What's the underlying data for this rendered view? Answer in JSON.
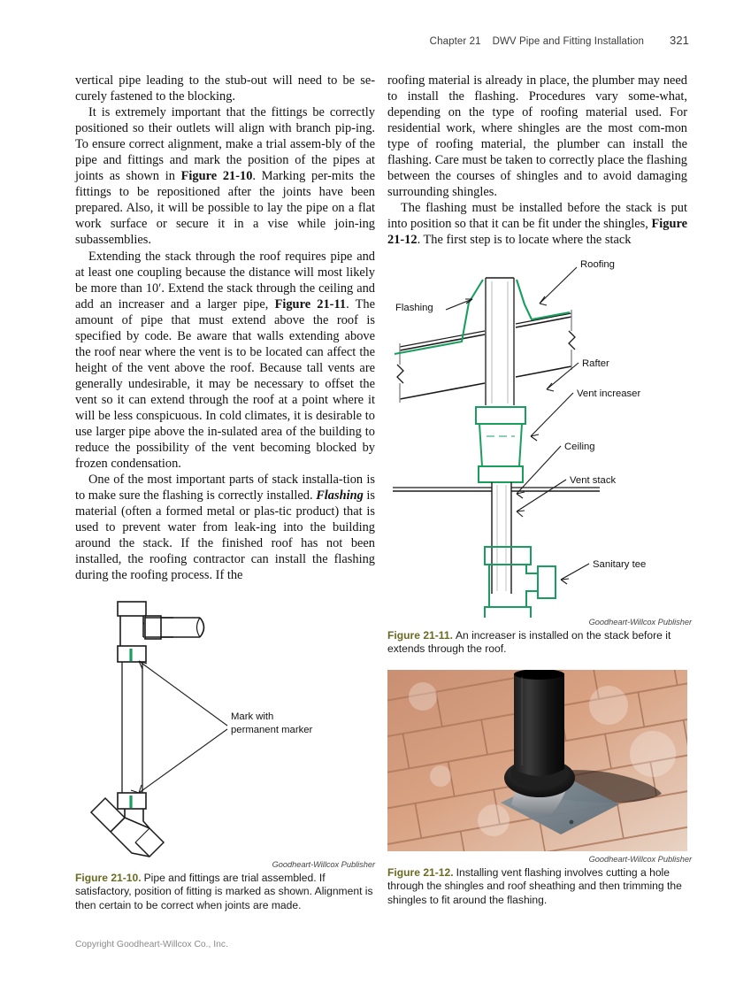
{
  "runhead": {
    "chapter": "Chapter 21",
    "title": "DWV Pipe and Fitting Installation",
    "page_number": "321"
  },
  "left_column": {
    "paragraphs": [
      "vertical pipe leading to the stub-out will need to be securely fastened to the blocking.",
      "It is extremely important that the fittings be correctly positioned so their outlets will align with branch piping. To ensure correct alignment, make a trial assembly of the pipe and fittings and mark the position of the pipes at joints as shown in Figure 21-10. Marking permits the fittings to be repositioned after the joints have been prepared. Also, it will be possible to lay the pipe on a flat work surface or secure it in a vise while joining subassemblies.",
      "Extending the stack through the roof requires pipe and at least one coupling because the distance will most likely be more than 10′. Extend the stack through the ceiling and add an increaser and a larger pipe, Figure 21-11. The amount of pipe that must extend above the roof is specified by code. Be aware that walls extending above the roof near where the vent is to be located can affect the height of the vent above the roof. Because tall vents are generally undesirable, it may be necessary to offset the vent so it can extend through the roof at a point where it will be less conspicuous. In cold climates, it is desirable to use larger pipe above the insulated area of the building to reduce the possibility of the vent becoming blocked by frozen condensation.",
      "One of the most important parts of stack installation is to make sure the flashing is correctly installed. Flashing is material (often a formed metal or plastic product) that is used to prevent water from leaking into the building around the stack. If the finished roof has not been installed, the roofing contractor can install the flashing during the roofing process. If the"
    ]
  },
  "right_column": {
    "paragraphs": [
      "roofing material is already in place, the plumber may need to install the flashing. Procedures vary somewhat, depending on the type of roofing material used. For residential work, where shingles are the most common type of roofing material, the plumber can install the flashing. Care must be taken to correctly place the flashing between the courses of shingles and to avoid damaging surrounding shingles.",
      "The flashing must be installed before the stack is put into position so that it can be fit under the shingles, Figure 21-12. The first step is to locate where the stack"
    ]
  },
  "figure_21_10": {
    "credit": "Goodheart-Willcox Publisher",
    "fignum": "Figure 21-10.",
    "caption": "Pipe and fittings are trial assembled. If satisfactory, position of fitting is marked as shown. Alignment is then certain to be correct when joints are made.",
    "labels": {
      "mark_line1": "Mark with",
      "mark_line2": "permanent marker"
    }
  },
  "figure_21_11": {
    "credit": "Goodheart-Willcox Publisher",
    "fignum": "Figure 21-11.",
    "caption": "An increaser is installed on the stack before it extends through the roof.",
    "labels": {
      "roofing": "Roofing",
      "flashing": "Flashing",
      "rafter": "Rafter",
      "vent_increaser": "Vent increaser",
      "ceiling": "Ceiling",
      "vent_stack": "Vent stack",
      "sanitary_tee": "Sanitary tee"
    }
  },
  "figure_21_12": {
    "credit": "Goodheart-Willcox Publisher",
    "fignum": "Figure 21-12.",
    "caption": "Installing vent flashing involves cutting a hole through the shingles and roof sheathing and then trimming the shingles to fit around the flashing."
  },
  "footer": {
    "copyright": "Copyright Goodheart-Willcox Co., Inc."
  },
  "colors": {
    "accent_green": "#1a9e60",
    "caption_olive": "#6b6a23",
    "line_black": "#1a1a1a"
  }
}
